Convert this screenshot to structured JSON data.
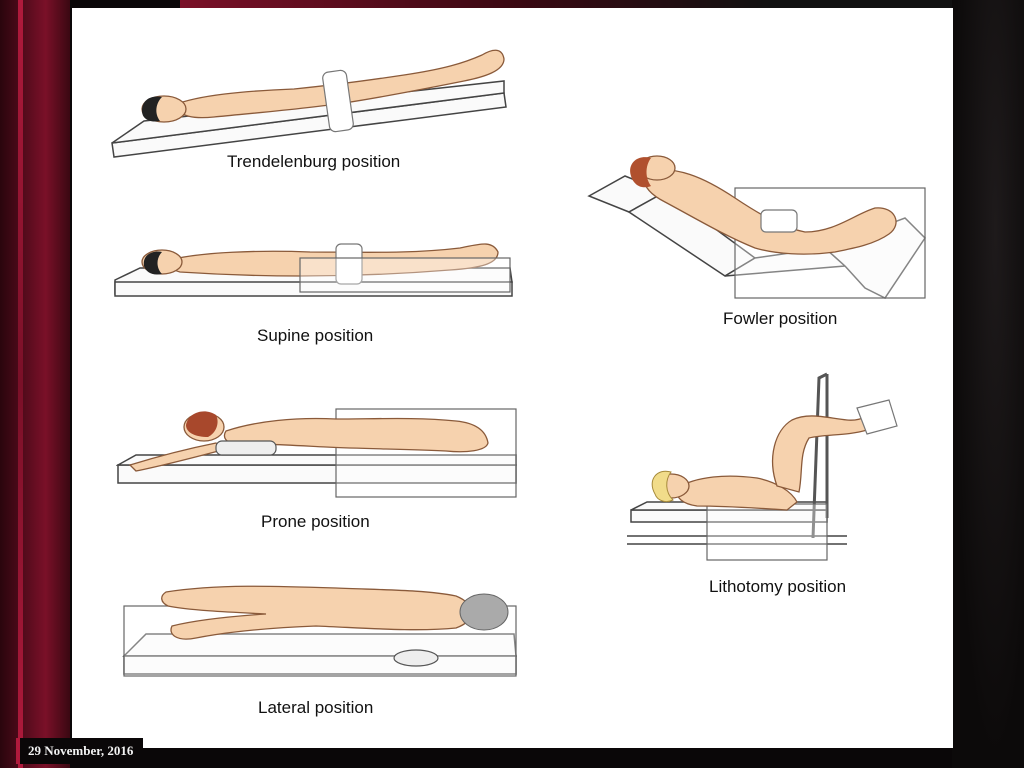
{
  "positions": {
    "trendelenburg": "Trendelenburg position",
    "supine": "Supine position",
    "prone": "Prone position",
    "lateral": "Lateral position",
    "fowler": "Fowler position",
    "lithotomy": "Lithotomy position"
  },
  "footer": {
    "date": "29 November, 2016"
  },
  "colors": {
    "frame_accent": "#b01a3c",
    "background": "#0a0708",
    "slide": "#ffffff",
    "skin": "#f6d2ae"
  }
}
